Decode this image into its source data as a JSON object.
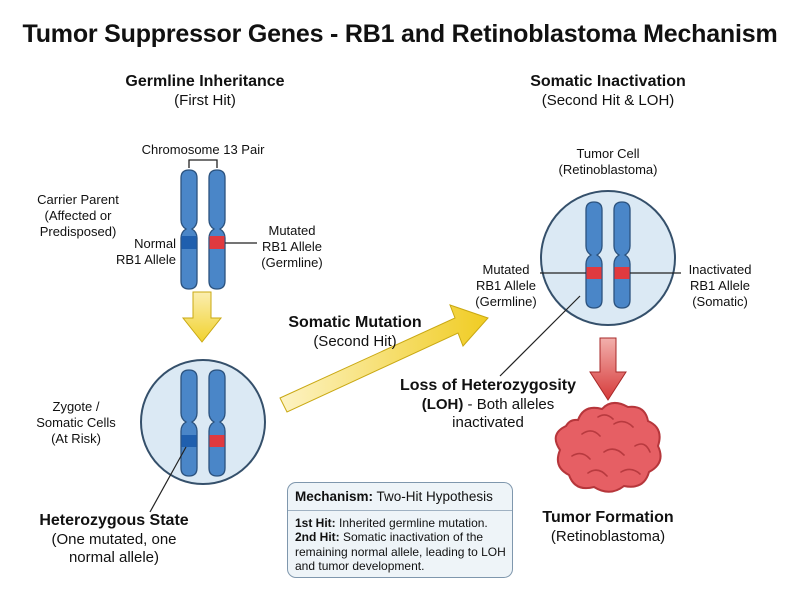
{
  "title": "Tumor Suppressor Genes - RB1 and Retinoblastoma Mechanism",
  "germline": {
    "heading": "Germline Inheritance",
    "subheading": "(First Hit)"
  },
  "somatic": {
    "heading": "Somatic Inactivation",
    "subheading": "(Second Hit & LOH)"
  },
  "chromosome_pair_label": "Chromosome 13 Pair",
  "carrier_parent": {
    "line1": "Carrier Parent",
    "line2": "(Affected or",
    "line3": "Predisposed)"
  },
  "normal_allele": {
    "line1": "Normal",
    "line2": "RB1 Allele"
  },
  "mutated_allele_top": {
    "line1": "Mutated",
    "line2": "RB1 Allele",
    "line3": "(Germline)"
  },
  "zygote": {
    "line1": "Zygote /",
    "line2": "Somatic Cells",
    "line3": "(At Risk)"
  },
  "heterozygous": {
    "heading": "Heterozygous State",
    "line1": "(One mutated, one",
    "line2": "normal allele)"
  },
  "somatic_mutation": {
    "heading": "Somatic Mutation",
    "subheading": "(Second Hit)"
  },
  "tumor_cell": {
    "line1": "Tumor Cell",
    "line2": "(Retinoblastoma)"
  },
  "mutated_allele_tumor": {
    "line1": "Mutated",
    "line2": "RB1 Allele",
    "line3": "(Germline)"
  },
  "inactivated_allele": {
    "line1": "Inactivated",
    "line2": "RB1 Allele",
    "line3": "(Somatic)"
  },
  "loh": {
    "bold1": "Loss of Heterozygosity",
    "bold2": "(LOH)",
    "rest2": " - Both alleles",
    "line3": "inactivated"
  },
  "tumor_formation": {
    "heading": "Tumor Formation",
    "subheading": "(Retinoblastoma)"
  },
  "mechanism_box": {
    "label": "Mechanism:",
    "value": " Two-Hit Hypothesis",
    "hit1_label": "1st Hit:",
    "hit1_text": " Inherited germline mutation.",
    "hit2_label": "2nd Hit:",
    "hit2_text": " Somatic inactivation of the remaining normal allele, leading to LOH and tumor development."
  },
  "colors": {
    "chromosome": "#4a86c8",
    "normal_band": "#1f5fae",
    "mutant_band": "#e03a3f",
    "cell_fill": "#dbe9f4",
    "cell_stroke": "#35506b",
    "arrow_yellow": "#f1d22e",
    "arrow_red": "#d63a3a",
    "tumor": "#e65f64",
    "callout_bg": "#eef4f8"
  },
  "icons": [
    "chromosome-icon",
    "cell-icon",
    "arrow-icon",
    "tumor-icon"
  ]
}
